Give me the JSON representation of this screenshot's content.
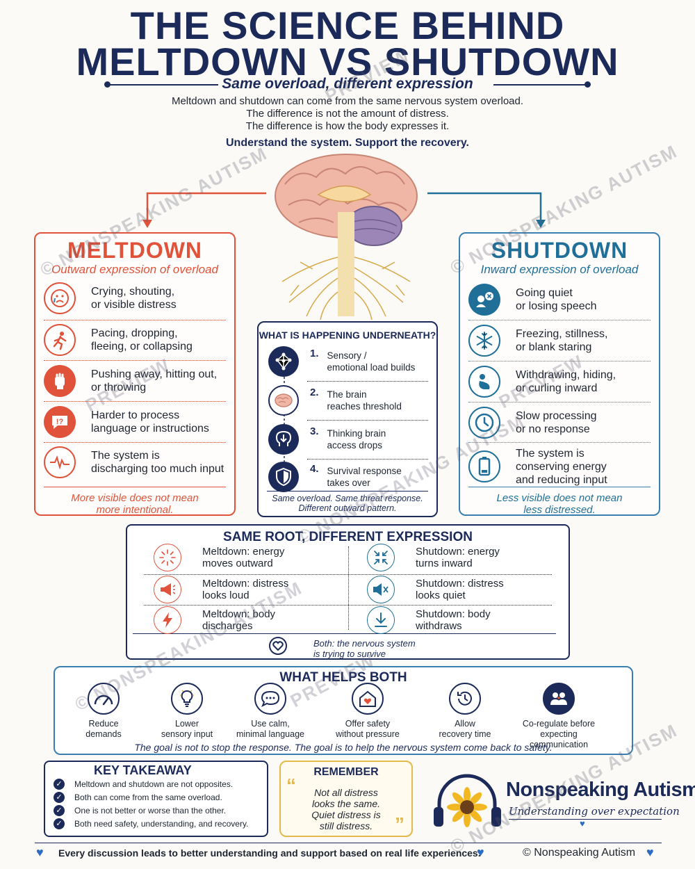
{
  "header": {
    "title_line1": "THE SCIENCE BEHIND",
    "title_line2": "MELTDOWN VS SHUTDOWN",
    "subtitle": "Same overload, different expression",
    "intro_lines": [
      "Meltdown and shutdown can come from the same nervous system overload.",
      "The difference is not the amount of distress.",
      "The difference is how the body expresses it."
    ],
    "intro_bold": "Understand the system. Support the recovery."
  },
  "colors": {
    "meltdown": "#e0533a",
    "shutdown": "#1f6f99",
    "navy": "#1c2a5a",
    "accent_blue": "#3a7fb0",
    "gold": "#e3b94a"
  },
  "meltdown": {
    "title": "MELTDOWN",
    "subtitle": "Outward expression of overload",
    "items": [
      {
        "icon": "crying-face-icon",
        "text1": "Crying, shouting,",
        "text2": "or visible distress"
      },
      {
        "icon": "running-person-icon",
        "text1": "Pacing, dropping,",
        "text2": "fleeing, or collapsing"
      },
      {
        "icon": "fist-icon",
        "text1": "Pushing away, hitting out,",
        "text2": "or throwing"
      },
      {
        "icon": "confused-speech-icon",
        "text1": "Harder to process",
        "text2": "language or instructions"
      },
      {
        "icon": "pulse-wave-icon",
        "text1": "The system is",
        "text2": "discharging too much input"
      }
    ],
    "footer1": "More visible does not mean",
    "footer2": "more intentional."
  },
  "shutdown": {
    "title": "SHUTDOWN",
    "subtitle": "Inward expression of overload",
    "items": [
      {
        "icon": "muted-speech-icon",
        "text1": "Going quiet",
        "text2": "or losing speech"
      },
      {
        "icon": "snowflake-icon",
        "text1": "Freezing, stillness,",
        "text2": "or blank staring"
      },
      {
        "icon": "curled-person-icon",
        "text1": "Withdrawing, hiding,",
        "text2": "or curling inward"
      },
      {
        "icon": "clock-icon",
        "text1": "Slow processing",
        "text2": "or no response"
      },
      {
        "icon": "low-battery-icon",
        "text1": "The system is",
        "text2": "conserving energy",
        "text3": "and reducing input"
      }
    ],
    "footer1": "Less visible does not mean",
    "footer2": "less distressed."
  },
  "underneath": {
    "title": "WHAT IS HAPPENING UNDERNEATH?",
    "steps": [
      {
        "num": "1.",
        "icon": "network-icon",
        "text1": "Sensory /",
        "text2": "emotional load builds"
      },
      {
        "num": "2.",
        "icon": "brain-icon",
        "text1": "The brain",
        "text2": "reaches threshold"
      },
      {
        "num": "3.",
        "icon": "head-down-arrow-icon",
        "text1": "Thinking brain",
        "text2": "access drops"
      },
      {
        "num": "4.",
        "icon": "shield-icon",
        "text1": "Survival response",
        "text2": "takes over"
      }
    ],
    "footer1": "Same overload. Same threat response.",
    "footer2": "Different outward pattern."
  },
  "same_root": {
    "title": "SAME ROOT, DIFFERENT EXPRESSION",
    "left": [
      {
        "icon": "burst-icon",
        "text1": "Meltdown: energy",
        "text2": "moves outward"
      },
      {
        "icon": "megaphone-icon",
        "text1": "Meltdown: distress",
        "text2": "looks loud"
      },
      {
        "icon": "lightning-icon",
        "text1": "Meltdown: body",
        "text2": "discharges"
      }
    ],
    "right": [
      {
        "icon": "arrows-inward-icon",
        "text1": "Shutdown: energy",
        "text2": "turns inward"
      },
      {
        "icon": "mute-speaker-icon",
        "text1": "Shutdown: distress",
        "text2": "looks quiet"
      },
      {
        "icon": "download-arrow-icon",
        "text1": "Shutdown: body",
        "text2": "withdraws"
      }
    ],
    "both1": "Both: the nervous system",
    "both2": "is trying to survive"
  },
  "helps": {
    "title": "WHAT HELPS BOTH",
    "items": [
      {
        "icon": "gauge-icon",
        "text1": "Reduce",
        "text2": "demands"
      },
      {
        "icon": "lightbulb-icon",
        "text1": "Lower",
        "text2": "sensory input"
      },
      {
        "icon": "speech-bubble-icon",
        "text1": "Use calm,",
        "text2": "minimal language"
      },
      {
        "icon": "home-heart-icon",
        "text1": "Offer safety",
        "text2": "without pressure"
      },
      {
        "icon": "recovery-clock-icon",
        "text1": "Allow",
        "text2": "recovery time"
      },
      {
        "icon": "two-people-icon",
        "text1": "Co-regulate before",
        "text2": "expecting communication"
      }
    ],
    "goal": "The goal is not to stop the response.  The goal is to help the nervous system come back to safety."
  },
  "key_takeaway": {
    "title": "KEY TAKEAWAY",
    "items": [
      "Meltdown and shutdown are not opposites.",
      "Both can come from the same overload.",
      "One is not better or worse than the other.",
      "Both need safety, understanding, and recovery."
    ]
  },
  "remember": {
    "title": "REMEMBER",
    "line1": "Not all distress",
    "line2": "looks the same.",
    "line3": "Quiet distress is",
    "line4": "still distress."
  },
  "brand": {
    "name": "Nonspeaking Autism",
    "tagline": "Understanding over expectation"
  },
  "footer": {
    "text": "Every discussion leads to better understanding and support based on real life experiences.",
    "copyright": "© Nonspeaking Autism"
  },
  "watermarks": {
    "brand": "© NONSPEAKING AUTISM",
    "preview": "PREVIEW"
  }
}
